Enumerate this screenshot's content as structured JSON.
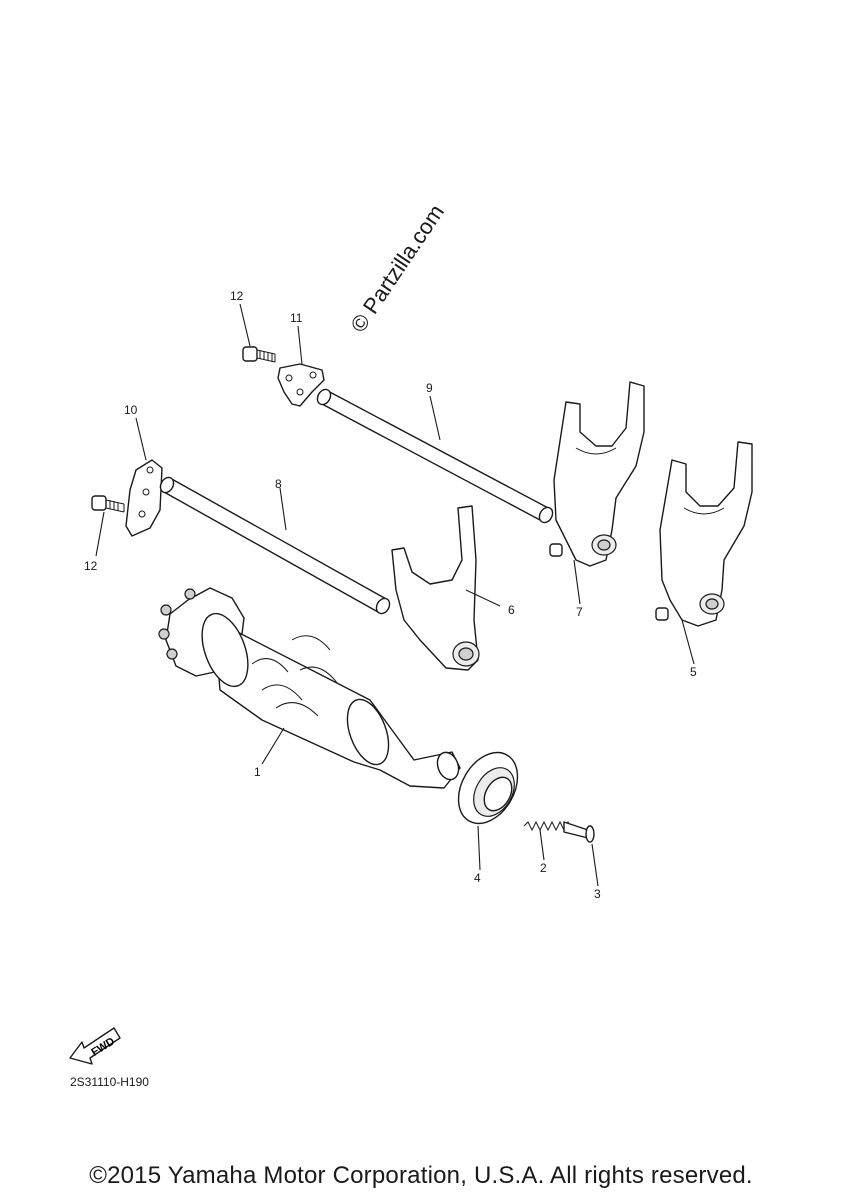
{
  "watermark": "© Partzilla.com",
  "callouts": {
    "p1": "1",
    "p2": "2",
    "p3": "3",
    "p4": "4",
    "p5": "5",
    "p6": "6",
    "p7": "7",
    "p8": "8",
    "p9": "9",
    "p10": "10",
    "p11": "11",
    "p12a": "12",
    "p12b": "12"
  },
  "fwd_label": "FWD",
  "diagram_code": "2S31110-H190",
  "copyright": "©2015 Yamaha Motor Corporation, U.S.A. All rights reserved."
}
